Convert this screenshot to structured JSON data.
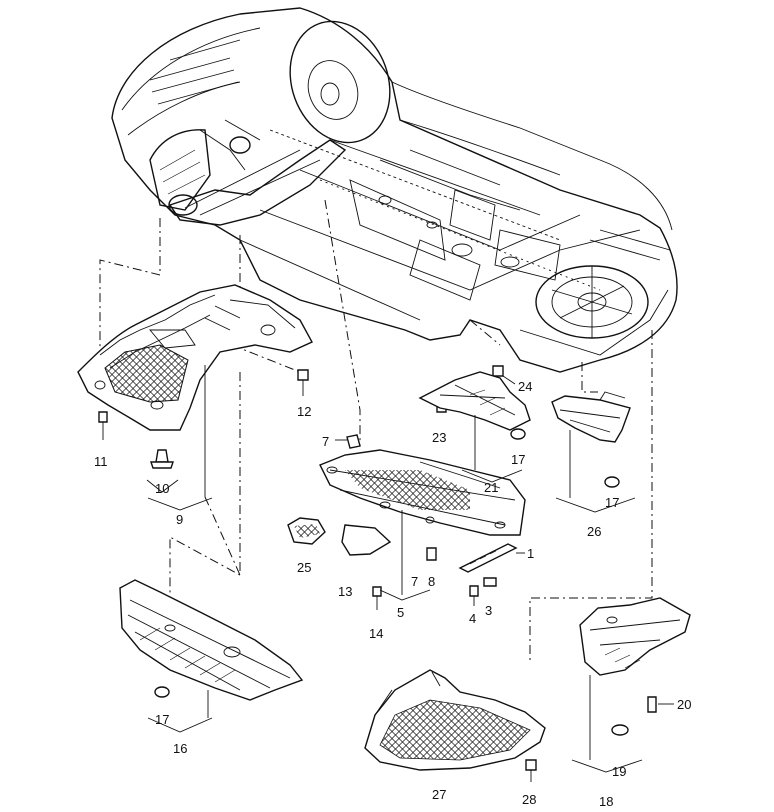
{
  "diagram": {
    "labels": {
      "l1": "1",
      "l3": "3",
      "l4": "4",
      "l5": "5",
      "l7a": "7",
      "l7b": "7",
      "l8": "8",
      "l9": "9",
      "l10": "10",
      "l11": "11",
      "l12": "12",
      "l13": "13",
      "l14": "14",
      "l16": "16",
      "l17a": "17",
      "l17b": "17",
      "l17c": "17",
      "l18": "18",
      "l19": "19",
      "l20": "20",
      "l21": "21",
      "l23": "23",
      "l24": "24",
      "l25": "25",
      "l26": "26",
      "l27": "27",
      "l28": "28"
    }
  }
}
